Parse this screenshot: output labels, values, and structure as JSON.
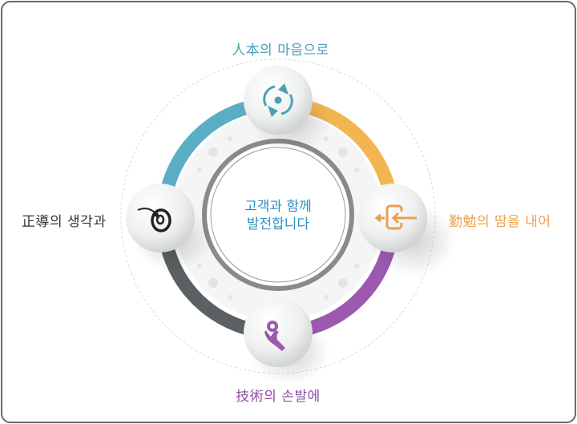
{
  "labels": {
    "top": "人本의 마음으로",
    "right": "勤勉의 땀을 내어",
    "bottom": "技術의 손발에",
    "left": "正導의 생각과"
  },
  "center": {
    "line1": "고객과 함께",
    "line2": "발전합니다"
  },
  "icons": {
    "top": "refresh-cycle-icon",
    "right": "sign-in-arrow-icon",
    "bottom": "hand-gear-icon",
    "left": "target-arrow-icon"
  },
  "colors": {
    "teal": "#5aaec4",
    "orange": "#f2b552",
    "purple": "#9b59b0",
    "gray": "#5b6062"
  }
}
